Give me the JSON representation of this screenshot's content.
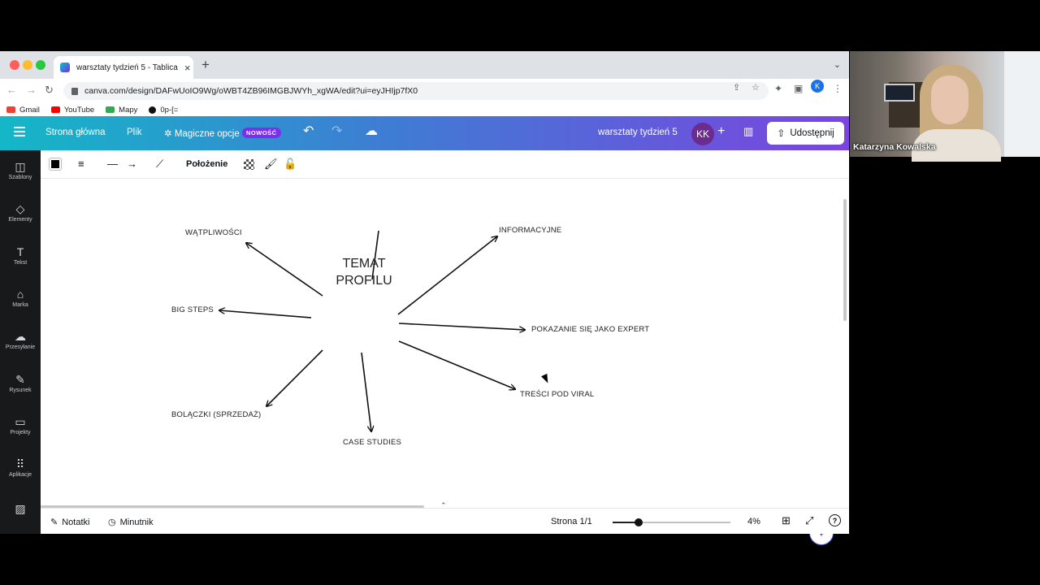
{
  "browser": {
    "tab_title": "warsztaty tydzień 5 - Tablica",
    "url": "canva.com/design/DAFwUoIO9Wg/oWBT4ZB96IMGBJWYh_xgWA/edit?ui=eyJHIjp7fX0",
    "profile_initial": "K",
    "bookmarks": [
      {
        "label": "Gmail"
      },
      {
        "label": "YouTube"
      },
      {
        "label": "Mapy"
      },
      {
        "label": "0p-[="
      }
    ]
  },
  "header": {
    "home": "Strona główna",
    "file": "Plik",
    "magic": "Magiczne opcje",
    "new_badge": "NOWOŚĆ",
    "design_title": "warsztaty tydzień 5",
    "avatar_initials": "KK",
    "share": "Udostępnij"
  },
  "sidebar": {
    "items": [
      {
        "label": "Szablony"
      },
      {
        "label": "Elementy"
      },
      {
        "label": "Tekst"
      },
      {
        "label": "Marka"
      },
      {
        "label": "Przesyłanie"
      },
      {
        "label": "Rysunek"
      },
      {
        "label": "Projekty"
      },
      {
        "label": "Aplikacje"
      }
    ]
  },
  "edit_toolbar": {
    "position": "Położenie"
  },
  "mindmap": {
    "center": "TEMAT PROFILU",
    "nodes": [
      {
        "label": "WĄTPLIWOŚCI"
      },
      {
        "label": "INFORMACYJNE"
      },
      {
        "label": "BIG STEPS"
      },
      {
        "label": "POKAZANIE SIĘ JAKO EXPERT"
      },
      {
        "label": "TREŚCI POD VIRAL"
      },
      {
        "label": "BOLĄCZKI (SPRZEDAŻ)"
      },
      {
        "label": "CASE STUDIES"
      }
    ]
  },
  "footer": {
    "notes": "Notatki",
    "timer": "Minutnik",
    "pages": "Strona 1/1",
    "zoom_value": 4,
    "zoom_label": "4%"
  },
  "webcam": {
    "participant_name": "Katarzyna Kowalska"
  },
  "colors": {
    "accent_purple": "#7b2fe8",
    "header_start": "#14b7c7",
    "header_end": "#7b44e0"
  }
}
